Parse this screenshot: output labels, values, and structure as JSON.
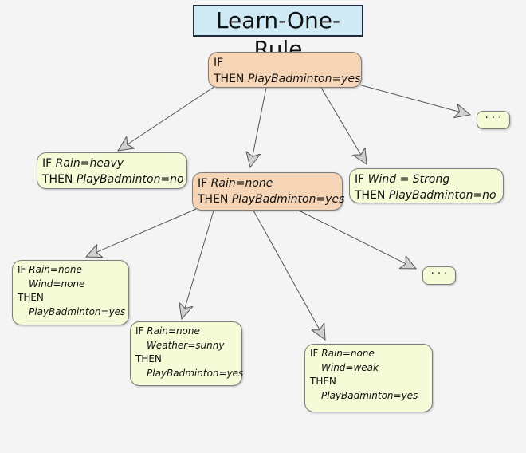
{
  "title": "Learn-One-Rule",
  "root": {
    "l1": "IF",
    "l2a": "THEN ",
    "l2b": "PlayBadminton=yes"
  },
  "heavy": {
    "l1a": "IF ",
    "l1b": "Rain=heavy",
    "l2a": "THEN ",
    "l2b": "PlayBadminton=no"
  },
  "none": {
    "l1a": "IF ",
    "l1b": "Rain=none",
    "l2a": "THEN ",
    "l2b": "PlayBadminton=yes"
  },
  "wind": {
    "l1a": "IF ",
    "l1b": "Wind = Strong",
    "l2a": "THEN ",
    "l2b": "PlayBadminton=no"
  },
  "dots": "· · ·",
  "c1": {
    "if": "IF ",
    "cond1": "Rain=none",
    "cond2": "Wind=none",
    "then": "THEN",
    "concl": "PlayBadminton=yes"
  },
  "c2": {
    "if": "IF ",
    "cond1": "Rain=none",
    "cond2": "Weather=sunny",
    "then": "THEN",
    "concl": "PlayBadminton=yes"
  },
  "c3": {
    "if": "IF ",
    "cond1": "Rain=none",
    "cond2": "Wind=weak",
    "then": "THEN",
    "concl": "PlayBadminton=yes"
  }
}
